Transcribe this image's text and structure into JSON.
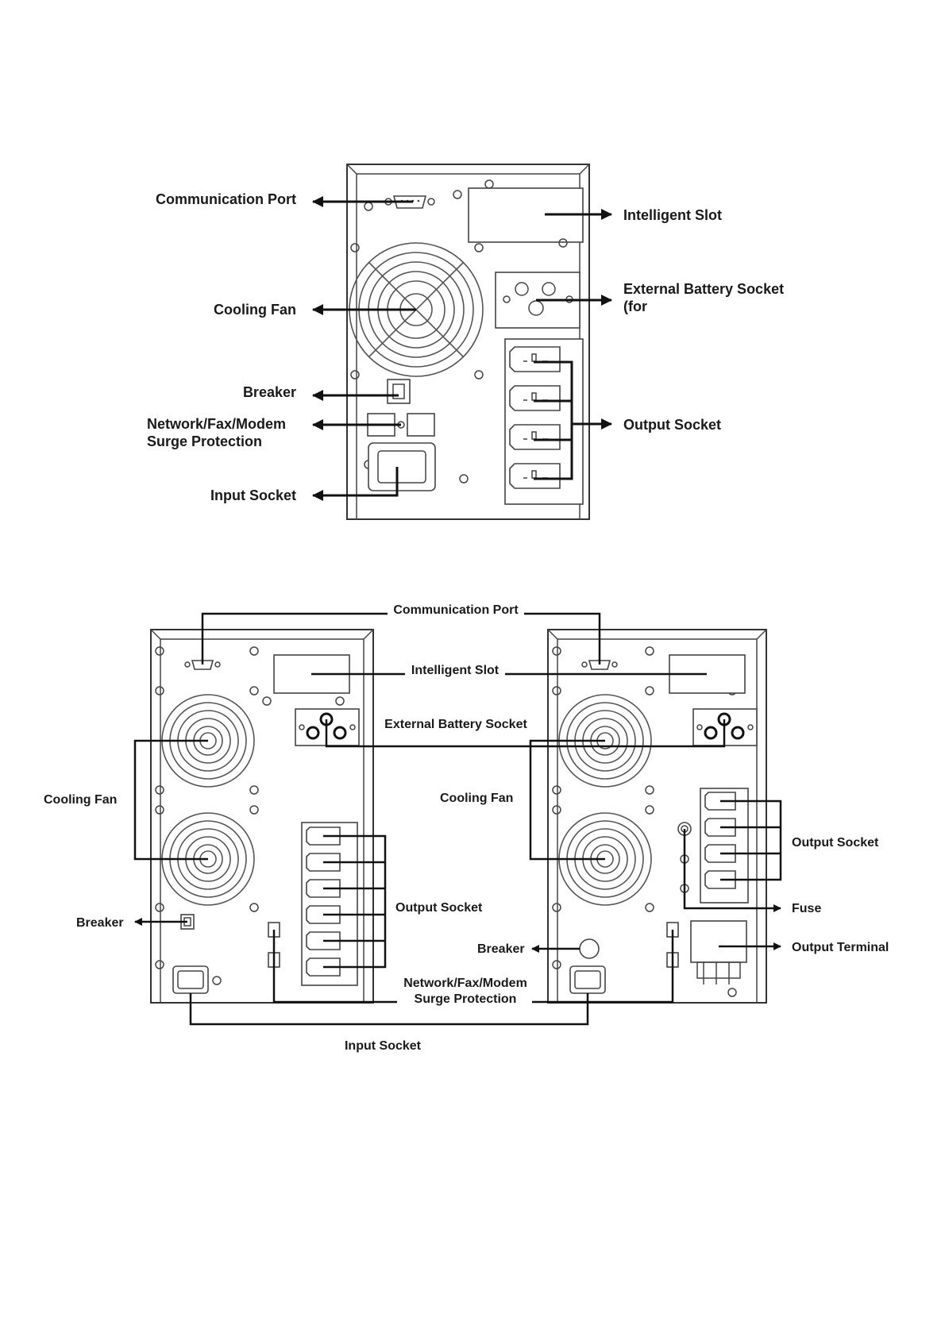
{
  "figure1": {
    "labels": {
      "communication_port": "Communication Port",
      "intelligent_slot": "Intelligent Slot",
      "external_battery_line1": "External Battery Socket",
      "external_battery_line2": "(for",
      "cooling_fan": "Cooling Fan",
      "breaker": "Breaker",
      "network_line1": "Network/Fax/Modem",
      "network_line2": "Surge Protection",
      "output_socket": "Output Socket",
      "input_socket": "Input Socket"
    }
  },
  "figure2": {
    "labels": {
      "communication_port": "Communication Port",
      "intelligent_slot": "Intelligent Slot",
      "external_battery": "External Battery Socket",
      "cooling_fan_left": "Cooling Fan",
      "cooling_fan_center": "Cooling Fan",
      "output_socket_left": "Output Socket",
      "output_socket_right": "Output Socket",
      "fuse": "Fuse",
      "breaker_left": "Breaker",
      "breaker_right": "Breaker",
      "output_terminal": "Output Terminal",
      "network_line1": "Network/Fax/Modem",
      "network_line2": "Surge Protection",
      "input_socket": "Input Socket"
    }
  }
}
